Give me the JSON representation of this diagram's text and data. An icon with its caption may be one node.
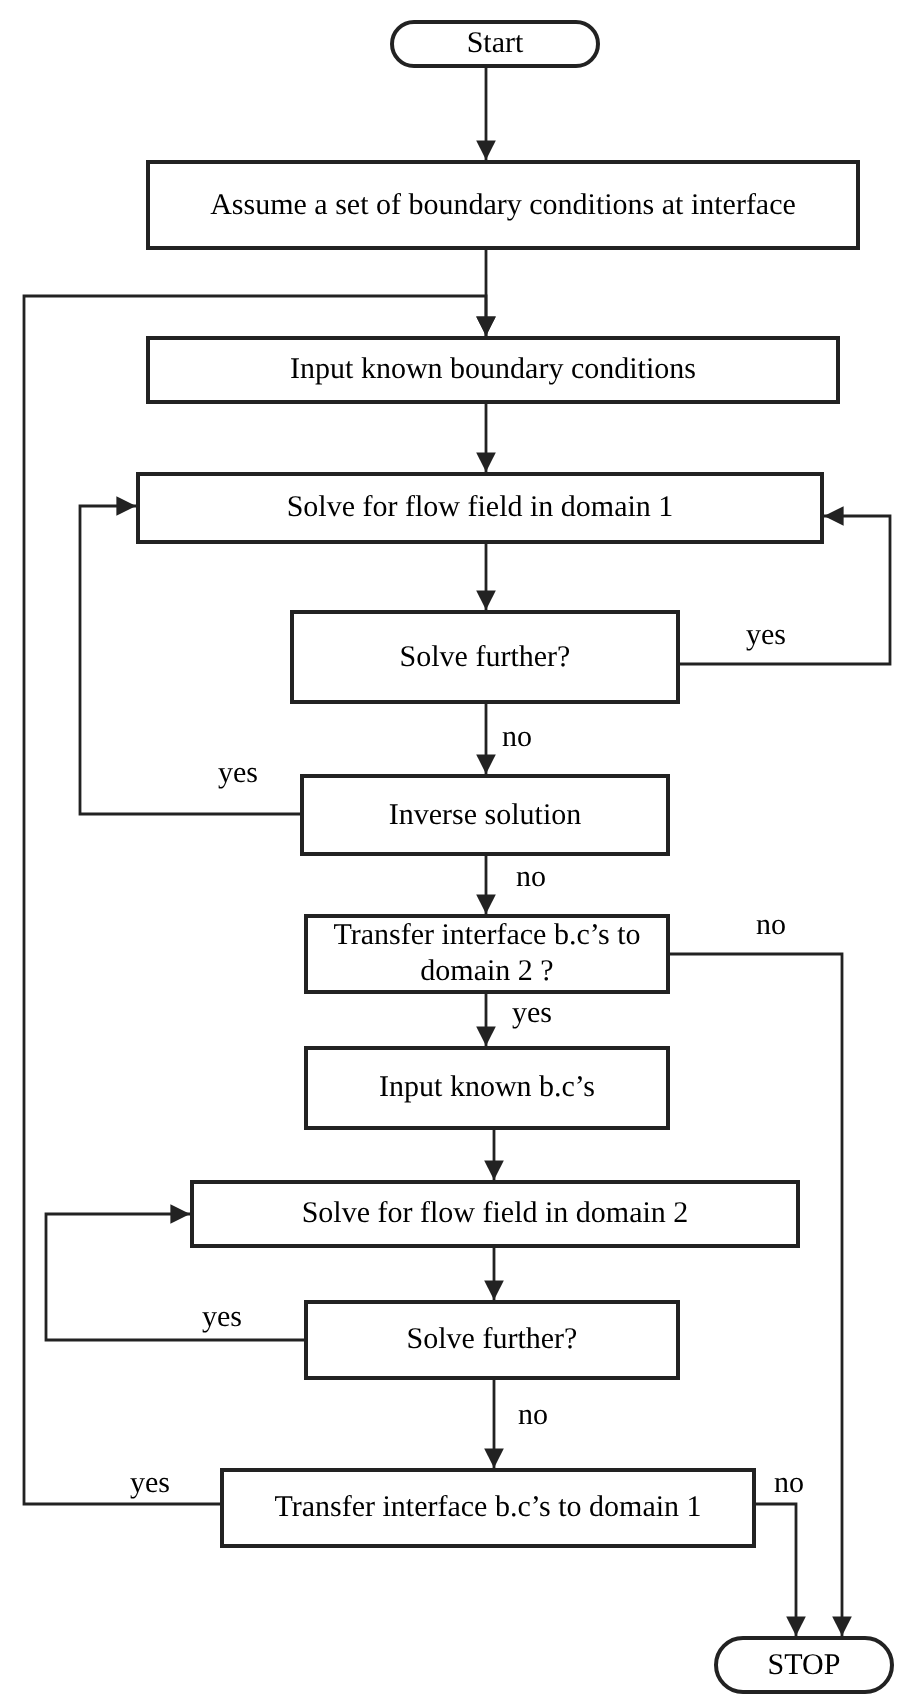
{
  "diagram": {
    "nodes": [
      {
        "text": [
          "Start"
        ]
      },
      {
        "text": [
          "Assume a set of boundary conditions at interface"
        ]
      },
      {
        "text": [
          "Input known boundary conditions"
        ]
      },
      {
        "text": [
          "Solve for flow field in domain 1"
        ]
      },
      {
        "text": [
          "Solve further?"
        ]
      },
      {
        "text": [
          "Inverse solution"
        ]
      },
      {
        "text": [
          "Transfer interface b.c’s to domain 2 ?"
        ]
      },
      {
        "text": [
          "Input known b.c’s"
        ]
      },
      {
        "text": [
          "Solve for flow field in domain 2"
        ]
      },
      {
        "text": [
          "Solve further?"
        ]
      },
      {
        "text": [
          "Transfer interface b.c’s to domain 1"
        ]
      },
      {
        "text": [
          "STOP"
        ]
      }
    ],
    "edges": [
      {
        "from": 0,
        "to": 1,
        "arrow": "to"
      },
      {
        "from": 1,
        "to": 2,
        "arrow": "to"
      },
      {
        "from": 2,
        "to": 3,
        "arrow": "to"
      },
      {
        "from": 3,
        "to": 4,
        "arrow": "to"
      },
      {
        "from": 4,
        "to": 3,
        "arrow": "to",
        "label": "yes"
      },
      {
        "from": 4,
        "to": 5,
        "arrow": "to",
        "label": "no"
      },
      {
        "from": 5,
        "to": 3,
        "arrow": "to",
        "label": "yes"
      },
      {
        "from": 5,
        "to": 6,
        "arrow": "to",
        "label": "no"
      },
      {
        "from": 6,
        "to": 7,
        "arrow": "to",
        "label": "yes"
      },
      {
        "from": 6,
        "to": 11,
        "arrow": "to",
        "label": "no"
      },
      {
        "from": 7,
        "to": 8,
        "arrow": "to"
      },
      {
        "from": 8,
        "to": 9,
        "arrow": "to"
      },
      {
        "from": 9,
        "to": 8,
        "arrow": "to",
        "label": "yes"
      },
      {
        "from": 9,
        "to": 10,
        "arrow": "to",
        "label": "no"
      },
      {
        "from": 10,
        "to": 2,
        "arrow": "to",
        "label": "yes"
      },
      {
        "from": 10,
        "to": 11,
        "arrow": "to",
        "label": "no"
      }
    ]
  }
}
